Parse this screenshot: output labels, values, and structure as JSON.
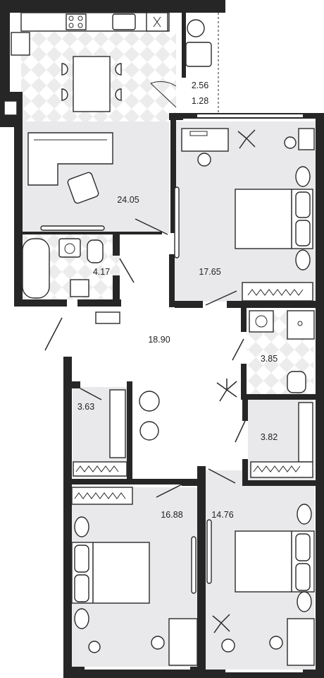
{
  "rooms": [
    {
      "id": "loggia-a",
      "area": "2.56"
    },
    {
      "id": "loggia-b",
      "area": "1.28"
    },
    {
      "id": "kitchen-living",
      "area": "24.05"
    },
    {
      "id": "bedroom-1",
      "area": "17.65"
    },
    {
      "id": "bathroom-1",
      "area": "4.17"
    },
    {
      "id": "hall",
      "area": "18.90"
    },
    {
      "id": "bathroom-2",
      "area": "3.85"
    },
    {
      "id": "storage-1",
      "area": "3.63"
    },
    {
      "id": "wardrobe",
      "area": "3.82"
    },
    {
      "id": "bedroom-2",
      "area": "16.88"
    },
    {
      "id": "bedroom-3",
      "area": "14.76"
    }
  ],
  "colors": {
    "wall": "#262626",
    "floor": "#e9e9eb",
    "furniture": "#ffffff"
  }
}
